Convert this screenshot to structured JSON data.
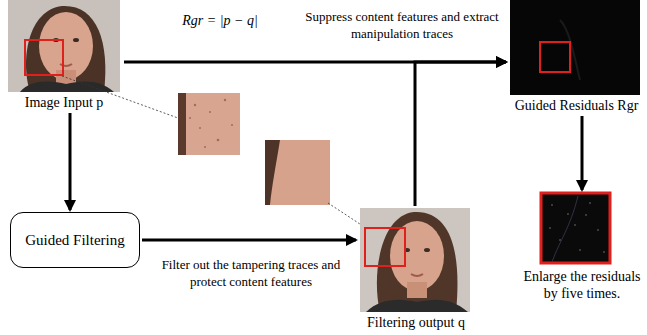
{
  "diagram": {
    "nodes": [
      {
        "text": [
          "Image Input p"
        ]
      },
      {
        "text": [
          "Guided Filtering"
        ]
      },
      {
        "text": [
          "Filtering output q"
        ]
      },
      {
        "text": [
          "Guided Residuals Rgr"
        ]
      },
      {
        "text": [
          "Enlarge the residuals by five times."
        ]
      }
    ],
    "edges": [
      {
        "from": 0,
        "to": 3,
        "arrow": "to",
        "label": "Suppress content features and extract manipulation traces"
      },
      {
        "from": 0,
        "to": 1,
        "arrow": "to"
      },
      {
        "from": 1,
        "to": 2,
        "arrow": "to",
        "label": "Filter out the tampering traces and protect content features"
      },
      {
        "from": 2,
        "to": 3,
        "arrow": "to"
      },
      {
        "from": 3,
        "to": 4,
        "arrow": "to"
      }
    ],
    "labels": [
      "Rgr = |p − q|"
    ]
  }
}
